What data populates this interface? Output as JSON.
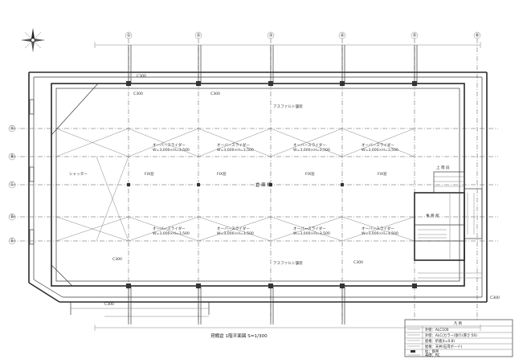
{
  "drawing": {
    "title": "貸棚倉 1階平面図 S=1/300",
    "north_icon": "compass-north-arrow-icon"
  },
  "grid": {
    "columns": [
      "①",
      "②",
      "③",
      "④",
      "⑤",
      "⑥"
    ],
    "rows": [
      "Ⓐ",
      "Ⓑ",
      "Ⓒ",
      "Ⓓ",
      "Ⓔ"
    ]
  },
  "plan": {
    "room_center": "倉 庫 棟",
    "room_office": "事 務 所",
    "stairs": "上 階 段",
    "overhead_door": "オーバースライダー",
    "overhead_door_size": "W=3,000×H=3,500",
    "fixed_sash": "FIX窓",
    "asphalt_path": "アスファルト舗装",
    "shutter": "シャッター",
    "beam_labels": [
      "C300",
      "C300",
      "C300",
      "C300",
      "C300",
      "C300",
      "C300"
    ]
  },
  "legend": {
    "header": "凡 例",
    "items": [
      "外壁：ALC100",
      "外壁：ALC(カラー)張り(厚さ:50)",
      "屋根：折板(t=0.8)",
      "屋根：天井(石膏ボード)",
      "柱：鉄骨",
      "基礎：RC"
    ]
  }
}
